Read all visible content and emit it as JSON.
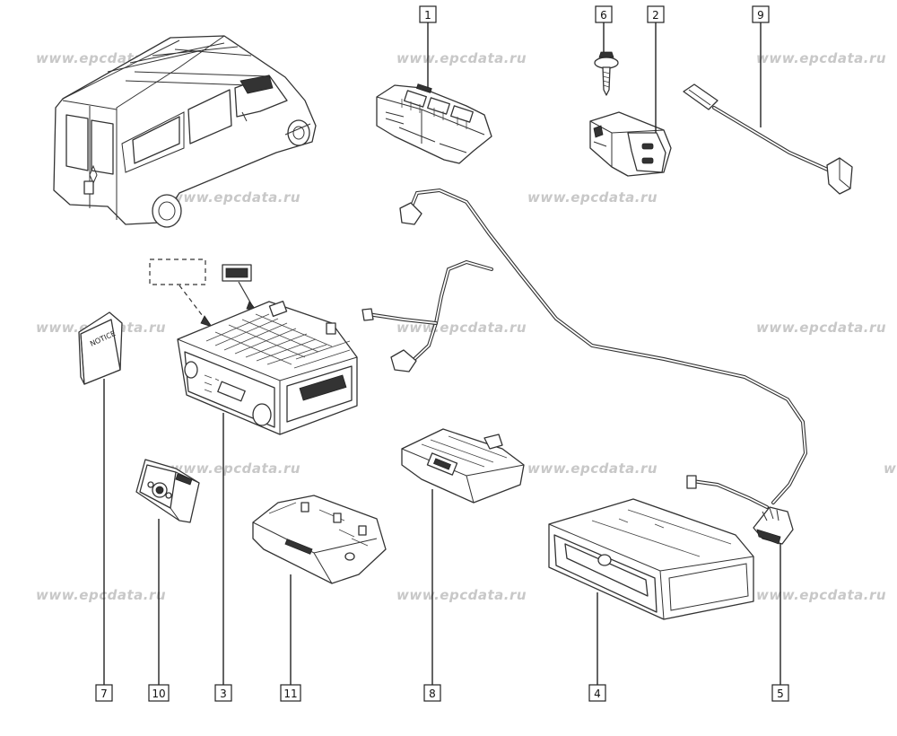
{
  "watermark": "www.epcdata.ru",
  "notice_text": "NOTICE",
  "callouts": [
    {
      "id": "c1",
      "label": "1"
    },
    {
      "id": "c2",
      "label": "2"
    },
    {
      "id": "c3",
      "label": "3"
    },
    {
      "id": "c4",
      "label": "4"
    },
    {
      "id": "c5",
      "label": "5"
    },
    {
      "id": "c6",
      "label": "6"
    },
    {
      "id": "c7",
      "label": "7"
    },
    {
      "id": "c8",
      "label": "8"
    },
    {
      "id": "c9",
      "label": "9"
    },
    {
      "id": "c10",
      "label": "10"
    },
    {
      "id": "c11",
      "label": "11"
    }
  ],
  "colors": {
    "line": "#333333",
    "watermark": "#c8c8c8",
    "background": "#ffffff"
  }
}
